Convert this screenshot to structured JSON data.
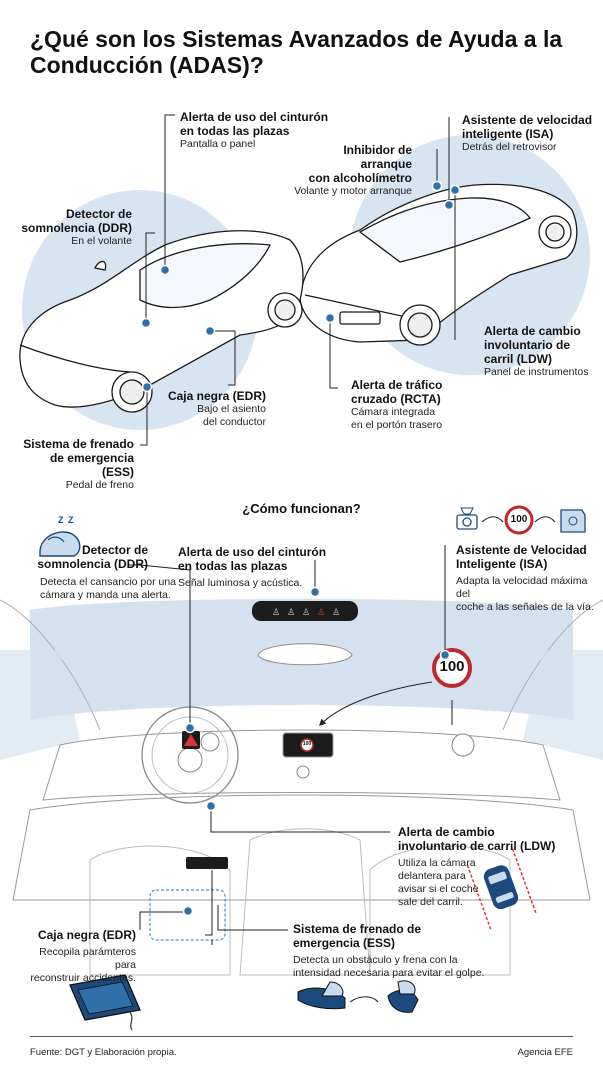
{
  "title": "¿Qué son los Sistemas Avanzados de Ayuda a la Conducción (ADAS)?",
  "section_subtitle": "¿Cómo funcionan?",
  "top_labels": {
    "belt": {
      "name_1": "Alerta de uso del cinturón",
      "name_2": "en todas las plazas",
      "detail": "Pantalla o panel"
    },
    "isa": {
      "name_1": "Asistente de velocidad",
      "name_2": "inteligente (ISA)",
      "detail": "Detrás del retrovisor"
    },
    "alcohol": {
      "name_1": "Inhibidor de arranque",
      "name_2": "con alcoholímetro",
      "detail": "Volante y motor arranque"
    },
    "ddr": {
      "name_1": "Detector de",
      "name_2": "somnolencia (DDR)",
      "detail": "En el volante"
    },
    "ldw": {
      "name_1": "Alerta de cambio",
      "name_2": "involuntario de",
      "name_3": "carril (LDW)",
      "detail": "Panel de instrumentos"
    },
    "edr": {
      "name_1": "Caja negra (EDR)",
      "detail_1": "Bajo el asiento",
      "detail_2": "del conductor"
    },
    "rcta": {
      "name_1": "Alerta de tráfico",
      "name_2": "cruzado (RCTA)",
      "detail_1": "Cámara integrada",
      "detail_2": "en el portón trasero"
    },
    "ess": {
      "name_1": "Sistema de frenado",
      "name_2": "de emergencia (ESS)",
      "detail": "Pedal de freno"
    }
  },
  "bottom_labels": {
    "ddr": {
      "name_1": "Detector de",
      "name_2": "somnolencia (DDR)",
      "detail_1": "Detecta el cansancio por una",
      "detail_2": "cámara y manda una alerta."
    },
    "belt": {
      "name_1": "Alerta de uso del cinturón",
      "name_2": "en todas las plazas",
      "detail": "Señal luminosa y acústica."
    },
    "isa": {
      "name_1": "Asistente de Velocidad",
      "name_2": "Inteligente (ISA)",
      "detail_1": "Adapta la velocidad máxima del",
      "detail_2": "coche a las señales de la vía."
    },
    "ldw": {
      "name_1": "Alerta de cambio",
      "name_2": "involuntario de carril (LDW)",
      "detail_1": "Utiliza la cámara",
      "detail_2": "delantera para",
      "detail_3": "avisar si el coche",
      "detail_4": "sale del carril."
    },
    "edr": {
      "name_1": "Caja negra (EDR)",
      "detail_1": "Recopila parámteros para",
      "detail_2": "reconstruir accidentes."
    },
    "ess": {
      "name_1": "Sistema de frenado de",
      "name_2": "emergencia (ESS)",
      "detail_1": "Detecta un obstáculo y frena con la",
      "detail_2": "intensidad necesaria para evitar el golpe."
    }
  },
  "speed_sign_value": "100",
  "sleep_icon_text": "Z Z",
  "footer": {
    "source": "Fuente: DGT y Elaboración propia.",
    "agency": "Agencia EFE"
  },
  "colors": {
    "pale_blue": "#d4e2f0",
    "accent_blue": "#1d4a7c",
    "dot_blue": "#2f6faa",
    "sign_red": "#c0282d",
    "line": "#222222"
  }
}
